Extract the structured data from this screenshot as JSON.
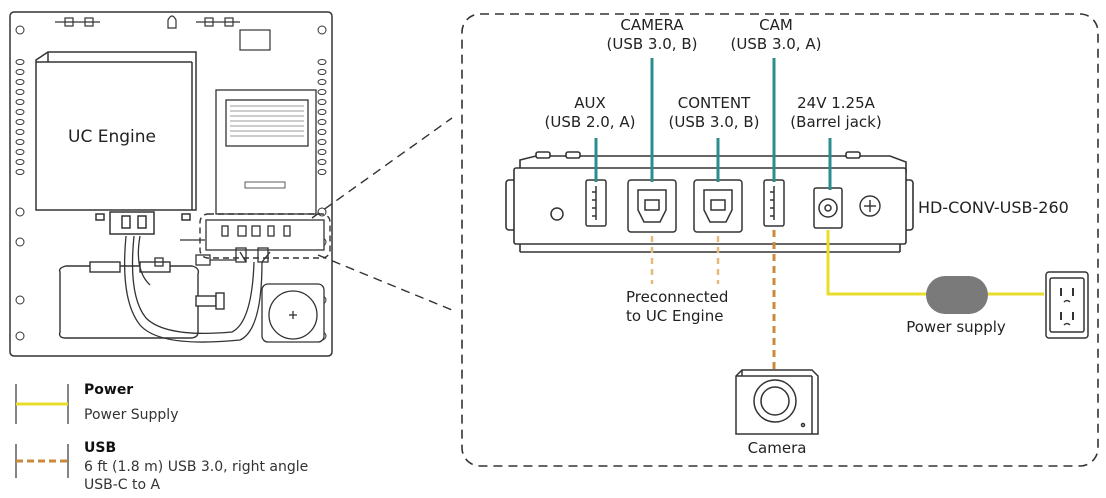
{
  "colors": {
    "power_line": "#e8dd2a",
    "usb_line": "#e3a85a",
    "cable_teal": "#2a8e8e",
    "outline": "#333333",
    "psu": "#7a7a7a"
  },
  "left_panel": {
    "uc_engine_label": "UC Engine"
  },
  "ports": {
    "camera": {
      "name": "CAMERA",
      "spec": "(USB 3.0, B)"
    },
    "cam": {
      "name": "CAM",
      "spec": "(USB 3.0, A)"
    },
    "aux": {
      "name": "AUX",
      "spec": "(USB 2.0, A)"
    },
    "content": {
      "name": "CONTENT",
      "spec": "(USB 3.0, B)"
    },
    "power": {
      "name": "24V 1.25A",
      "spec": "(Barrel jack)"
    }
  },
  "device_label": "HD-CONV-USB-260",
  "preconnected": {
    "line1": "Preconnected",
    "line2": "to UC Engine"
  },
  "power_supply_label": "Power supply",
  "camera_label": "Camera",
  "legend": {
    "power": {
      "title": "Power",
      "desc": "Power Supply"
    },
    "usb": {
      "title": "USB",
      "desc_line1": "6 ft (1.8 m) USB 3.0, right angle",
      "desc_line2": "USB-C to A"
    }
  }
}
